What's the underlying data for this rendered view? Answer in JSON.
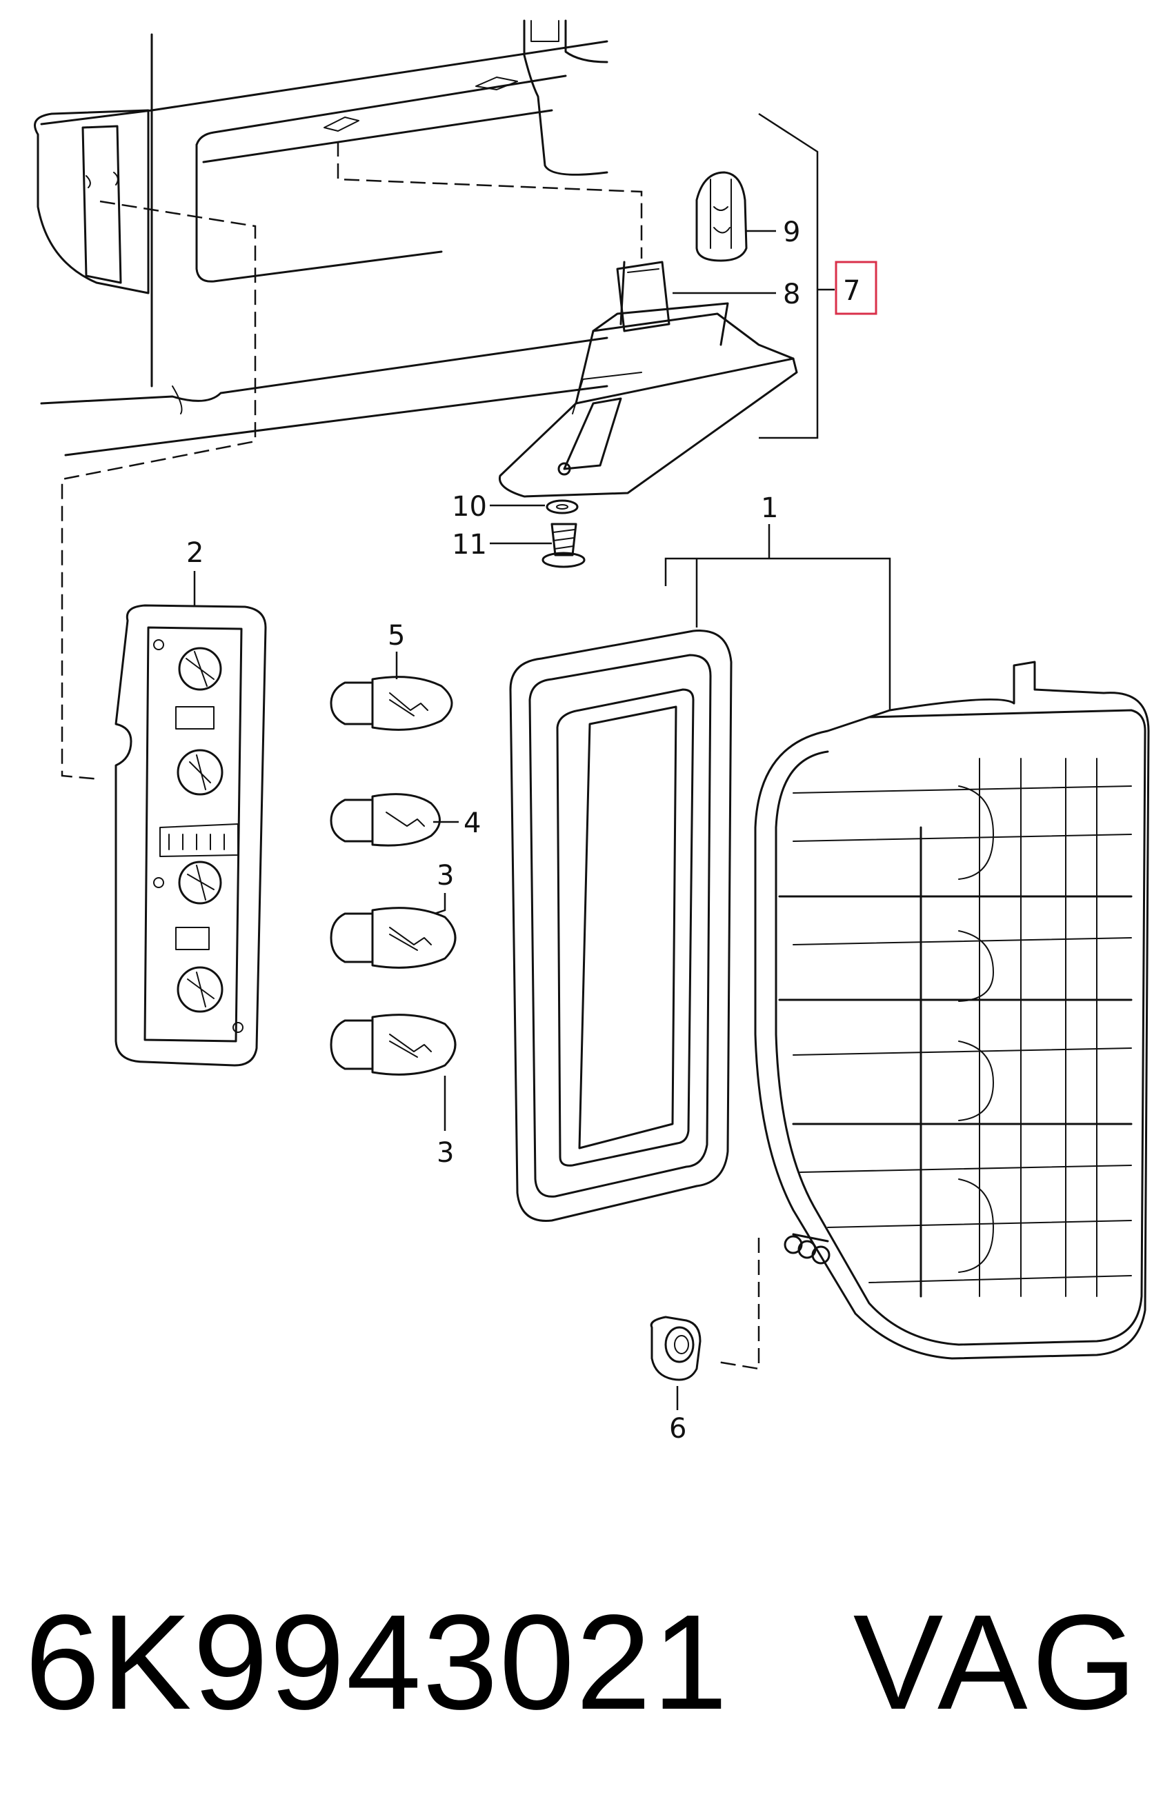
{
  "callouts": {
    "c1": "1",
    "c2": "2",
    "c3a": "3",
    "c3b": "3",
    "c4": "4",
    "c5": "5",
    "c6": "6",
    "c7": "7",
    "c8": "8",
    "c9": "9",
    "c10": "10",
    "c11": "11"
  },
  "highlighted_callout": "7",
  "colors": {
    "line": "#111111",
    "highlight": "#d9304a"
  },
  "footer": {
    "part_number": "6K9943021",
    "brand": "VAG"
  }
}
